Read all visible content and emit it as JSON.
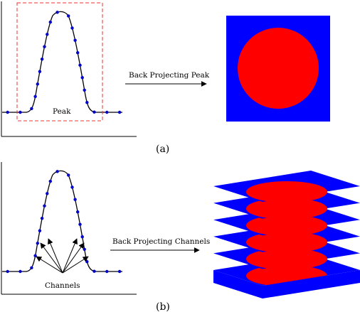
{
  "panel_a": {
    "peak_label": "Peak",
    "arrow_label": "Back Projecting Peak",
    "caption": "(a)"
  },
  "panel_b": {
    "channels_label": "Channels",
    "arrow_label": "Back Projecting Channels",
    "caption": "(b)"
  },
  "colors": {
    "background_blue": "#0000ff",
    "disk_red": "#ff0000",
    "point_blue": "#0000cc",
    "dashed_box": "#ee3333",
    "slice_side": "#ffffff"
  }
}
